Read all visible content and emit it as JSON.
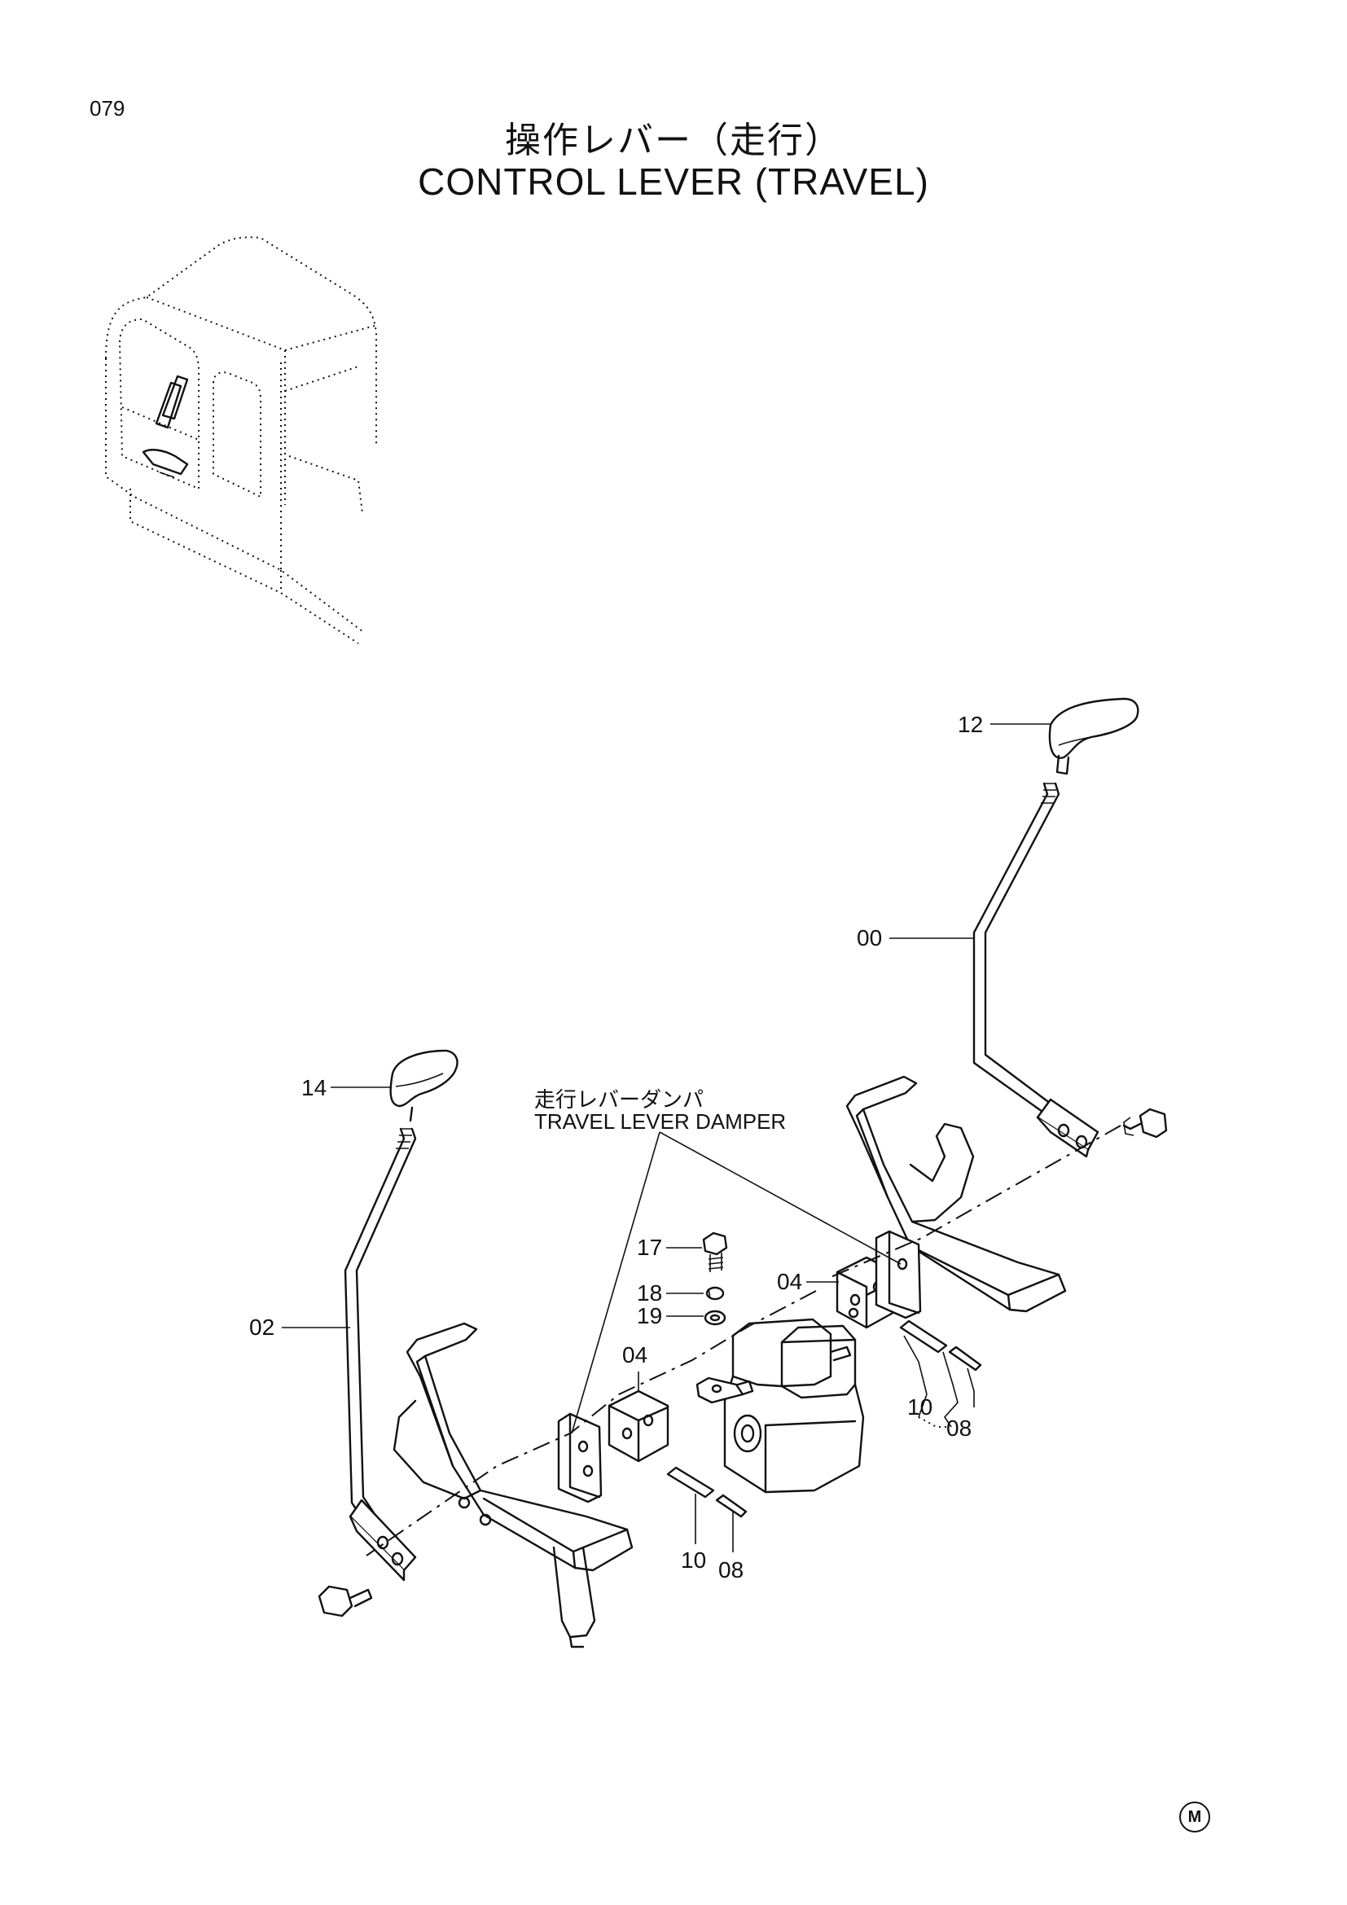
{
  "page": {
    "number": "079",
    "mark": "M"
  },
  "title": {
    "jp": "操作レバー（走行）",
    "en": "CONTROL LEVER (TRAVEL)"
  },
  "damper_label": {
    "jp": "走行レバーダンパ",
    "en": "TRAVEL LEVER DAMPER"
  },
  "callouts": {
    "c12": "12",
    "c00": "00",
    "c14": "14",
    "c02": "02",
    "c17": "17",
    "c18": "18",
    "c19": "19",
    "c04a": "04",
    "c04b": "04",
    "c10a": "10",
    "c08a": "08",
    "c10b": "10",
    "c08b": "08"
  }
}
